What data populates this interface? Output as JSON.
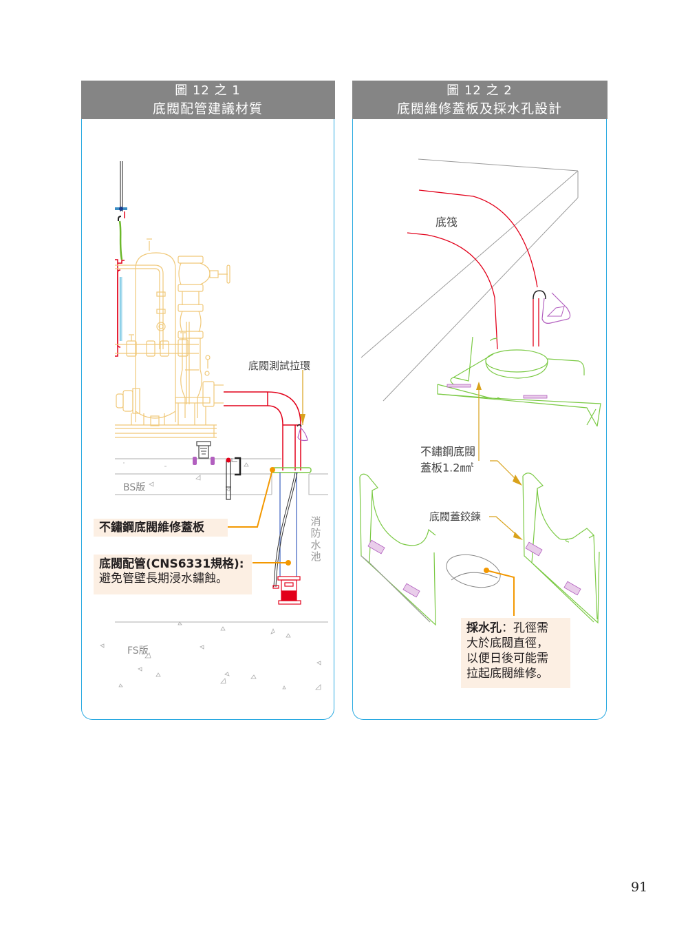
{
  "figures": [
    {
      "number": "圖 12 之 1",
      "title": "底閥配管建議材質",
      "labels": {
        "test_ring": "底閥測試拉環",
        "bs_slab": "BS版",
        "fs_slab": "FS版",
        "fire_pool": "消防水池"
      },
      "callouts": {
        "cover_plate": "不鏽鋼底閥維修蓋板",
        "piping_title": "底閥配管(CNS6331規格):",
        "piping_desc": "避免管壁長期浸水鏽蝕。"
      }
    },
    {
      "number": "圖 12 之 2",
      "title": "底閥維修蓋板及採水孔設計",
      "labels": {
        "raft": "底筏",
        "cover_plate_line1": "不鏽鋼底閥",
        "cover_plate_line2": "蓋板1.2㎜",
        "cover_plate_sup": "t",
        "hinge": "底閥蓋鉸鍊"
      },
      "callouts": {
        "hole_title": "採水孔",
        "hole_desc_1": "：孔徑需",
        "hole_desc_2": "大於底閥直徑，",
        "hole_desc_3": "以便日後可能需",
        "hole_desc_4": "拉起底閥維修。"
      }
    }
  ],
  "colors": {
    "panel_border": "#29a9e1",
    "header_bg": "#858585",
    "callout_bg": "#fcefe3",
    "pipe_red": "#e2001a",
    "cover_green": "#7ac943",
    "leader_orange": "#f39800",
    "arrow_gold": "#d9a21b",
    "equipment_tan": "#f0c878",
    "hinge_purple": "#b25fbf"
  },
  "page_number": "91"
}
